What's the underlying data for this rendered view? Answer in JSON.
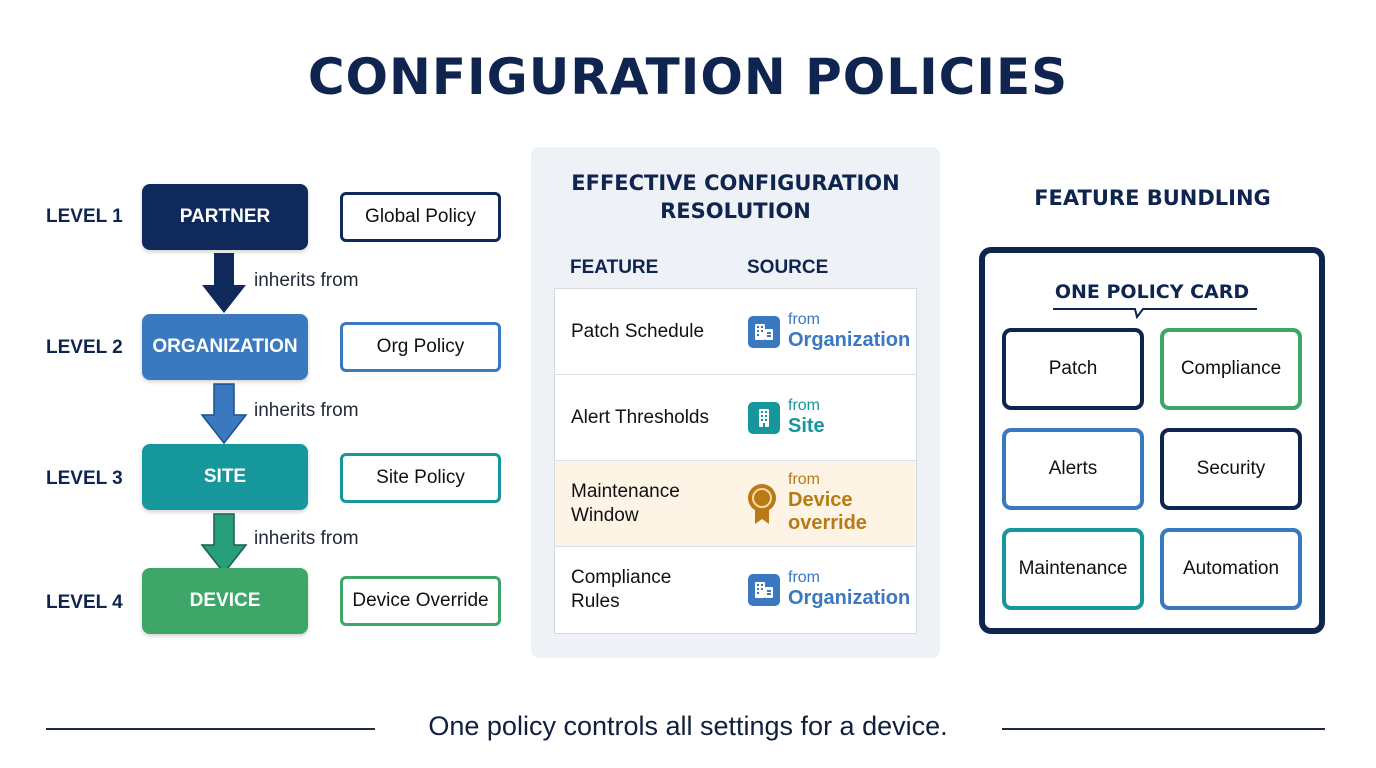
{
  "title": "CONFIGURATION POLICIES",
  "hierarchy": {
    "levels": [
      {
        "level": "LEVEL 1",
        "node": "PARTNER",
        "policy": "Global Policy",
        "color": "#0f2a5a",
        "border": "#0f2a5a"
      },
      {
        "level": "LEVEL 2",
        "node": "ORGANIZATION",
        "policy": "Org Policy",
        "color": "#3a78c0",
        "border": "#3a78c0"
      },
      {
        "level": "LEVEL 3",
        "node": "SITE",
        "policy": "Site Policy",
        "color": "#16979c",
        "border": "#16979c"
      },
      {
        "level": "LEVEL 4",
        "node": "DEVICE",
        "policy": "Device Override",
        "color": "#3fa66a",
        "border": "#3fa66a"
      }
    ],
    "inherit_label": "inherits from",
    "arrows": [
      {
        "label": "inherits from",
        "color": "#0f2a5a"
      },
      {
        "label": "inherits from",
        "color": "#3a78c0"
      },
      {
        "label": "inherits from",
        "color": "#22977a"
      }
    ]
  },
  "resolution": {
    "title_line1": "EFFECTIVE CONFIGURATION",
    "title_line2": "RESOLUTION",
    "columns": {
      "feature": "FEATURE",
      "source": "SOURCE"
    },
    "rows": [
      {
        "feature": "Patch Schedule",
        "from": "from",
        "source": "Organization",
        "icon": "building-icon",
        "color": "#3a78c0"
      },
      {
        "feature": "Alert Thresholds",
        "from": "from",
        "source": "Site",
        "icon": "building-icon",
        "color": "#16979c"
      },
      {
        "feature_line1": "Maintenance",
        "feature_line2": "Window",
        "from": "from",
        "source_line1": "Device",
        "source_line2": "override",
        "icon": "award-ribbon-icon",
        "color": "#b97a16",
        "highlighted": true
      },
      {
        "feature_line1": "Compliance",
        "feature_line2": "Rules",
        "from": "from",
        "source": "Organization",
        "icon": "building-icon",
        "color": "#3a78c0"
      }
    ]
  },
  "bundling": {
    "title": "FEATURE BUNDLING",
    "card_title": "ONE POLICY CARD",
    "features": [
      {
        "label": "Patch",
        "border": "#0f2550"
      },
      {
        "label": "Compliance",
        "border": "#3fa66a"
      },
      {
        "label": "Alerts",
        "border": "#3a78c0"
      },
      {
        "label": "Security",
        "border": "#0f2550"
      },
      {
        "label": "Maintenance",
        "border": "#16979c"
      },
      {
        "label": "Automation",
        "border": "#3a78c0"
      }
    ]
  },
  "footer": "One policy controls all settings for a device."
}
